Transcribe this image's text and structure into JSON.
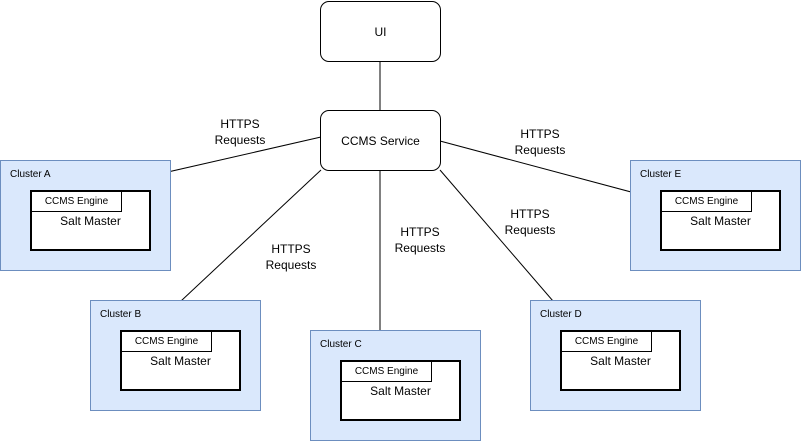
{
  "ui_node": {
    "label": "UI"
  },
  "service_node": {
    "label": "CCMS Service"
  },
  "edge_label": {
    "line1": "HTTPS",
    "line2": "Requests"
  },
  "clusters": [
    {
      "id": "a",
      "name": "Cluster A",
      "engine": "CCMS Engine",
      "master": "Salt Master"
    },
    {
      "id": "b",
      "name": "Cluster B",
      "engine": "CCMS Engine",
      "master": "Salt Master"
    },
    {
      "id": "c",
      "name": "Cluster C",
      "engine": "CCMS Engine",
      "master": "Salt Master"
    },
    {
      "id": "d",
      "name": "Cluster D",
      "engine": "CCMS Engine",
      "master": "Salt Master"
    },
    {
      "id": "e",
      "name": "Cluster E",
      "engine": "CCMS Engine",
      "master": "Salt Master"
    }
  ],
  "colors": {
    "cluster_fill": "#dae8fc",
    "cluster_border": "#6c8ebf",
    "node_fill": "#ffffff",
    "stroke": "#000000"
  }
}
